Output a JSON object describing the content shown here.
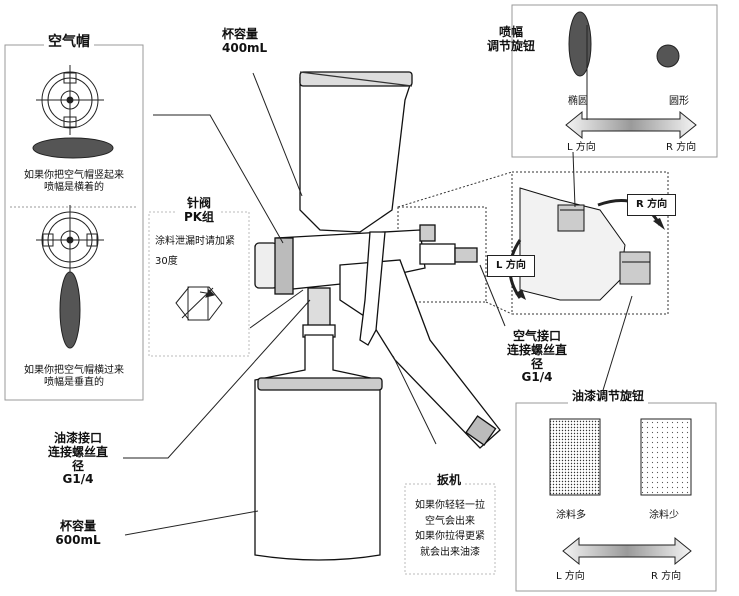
{
  "air_cap": {
    "title": "空气帽",
    "text1_line1": "如果你把空气帽竖起来",
    "text1_line2": "喷幅是横着的",
    "text2_line1": "如果你把空气帽横过来",
    "text2_line2": "喷幅是垂直的"
  },
  "needle": {
    "title_line1": "针阀",
    "title_line2": "PK组",
    "desc": "涂料泄漏时请加紧",
    "desc2": "30度"
  },
  "cup_top": {
    "line1": "杯容量",
    "line2": "400mL"
  },
  "spray_width": {
    "title_line1": "喷幅",
    "title_line2": "调节旋钮",
    "ellipse_label": "椭圆",
    "circle_label": "圆形",
    "left_dir": "L 方向",
    "right_dir": "R 方向"
  },
  "dial": {
    "r_dir": "R 方向",
    "l_dir": "L 方向"
  },
  "air_inlet": {
    "line1": "空气接口",
    "line2": "连接螺丝直",
    "line3": "径",
    "line4": "G1/4"
  },
  "paint_knob": {
    "title": "油漆调节旋钮",
    "more_label": "涂料多",
    "less_label": "涂料少",
    "left_dir": "L 方向",
    "right_dir": "R 方向"
  },
  "paint_inlet": {
    "line1": "油漆接口",
    "line2": "连接螺丝直",
    "line3": "径",
    "line4": "G1/4"
  },
  "cup_bottom": {
    "line1": "杯容量",
    "line2": "600mL"
  },
  "trigger": {
    "title": "扳机",
    "line1": "如果你轻轻一拉",
    "line2": "空气会出来",
    "line3": "如果你拉得更紧",
    "line4": "就会出来油漆"
  },
  "colors": {
    "ink": "#111111",
    "ellipse_fill": "#555555",
    "panel_border": "#999999"
  }
}
